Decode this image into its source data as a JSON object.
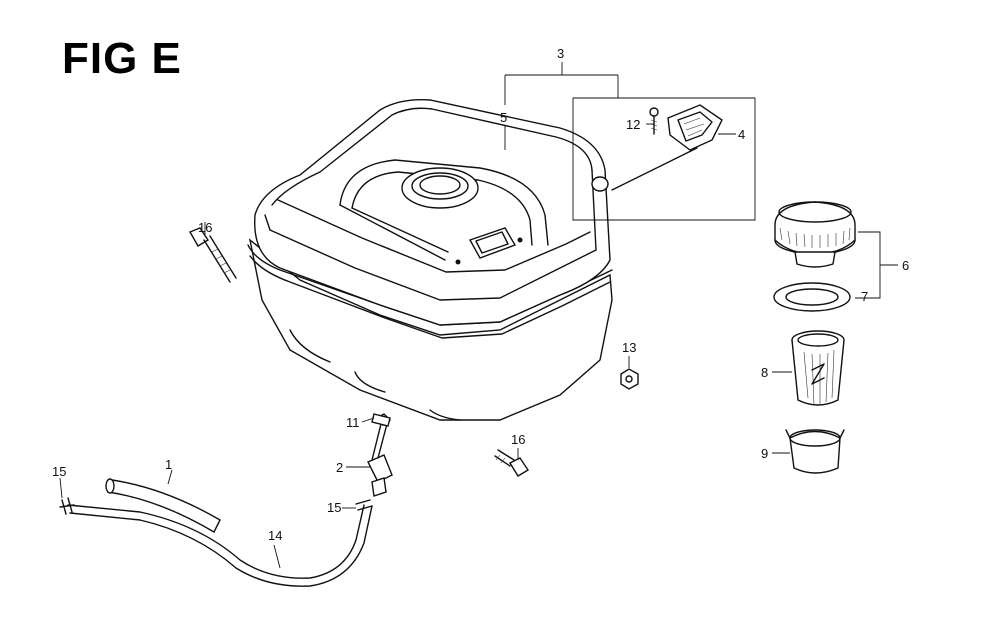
{
  "figure": {
    "title": "FIG E"
  },
  "callouts": {
    "c1": "1",
    "c2": "2",
    "c3": "3",
    "c4": "4",
    "c5": "5",
    "c6": "6",
    "c7": "7",
    "c8": "8",
    "c9": "9",
    "c11": "11",
    "c12": "12",
    "c13": "13",
    "c14": "14",
    "c15a": "15",
    "c15b": "15",
    "c16a": "16",
    "c16b": "16"
  }
}
